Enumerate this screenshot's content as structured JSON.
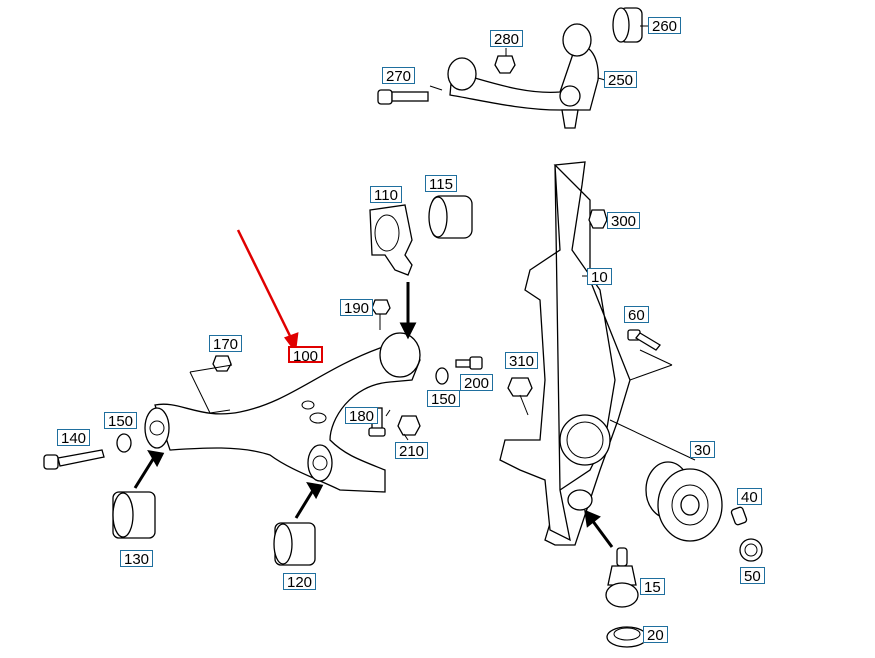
{
  "labels": {
    "l10": "10",
    "l15": "15",
    "l20": "20",
    "l30": "30",
    "l40": "40",
    "l50": "50",
    "l60": "60",
    "l100": "100",
    "l110": "110",
    "l115": "115",
    "l120": "120",
    "l130": "130",
    "l140": "140",
    "l150a": "150",
    "l150b": "150",
    "l170": "170",
    "l180": "180",
    "l190": "190",
    "l200": "200",
    "l210": "210",
    "l250": "250",
    "l260": "260",
    "l270": "270",
    "l280": "280",
    "l300": "300",
    "l310": "310"
  },
  "selected": "100",
  "colors": {
    "label_border": "#1f6f9e",
    "selected_border": "#e00000",
    "pointer_arrow": "#e00000"
  }
}
